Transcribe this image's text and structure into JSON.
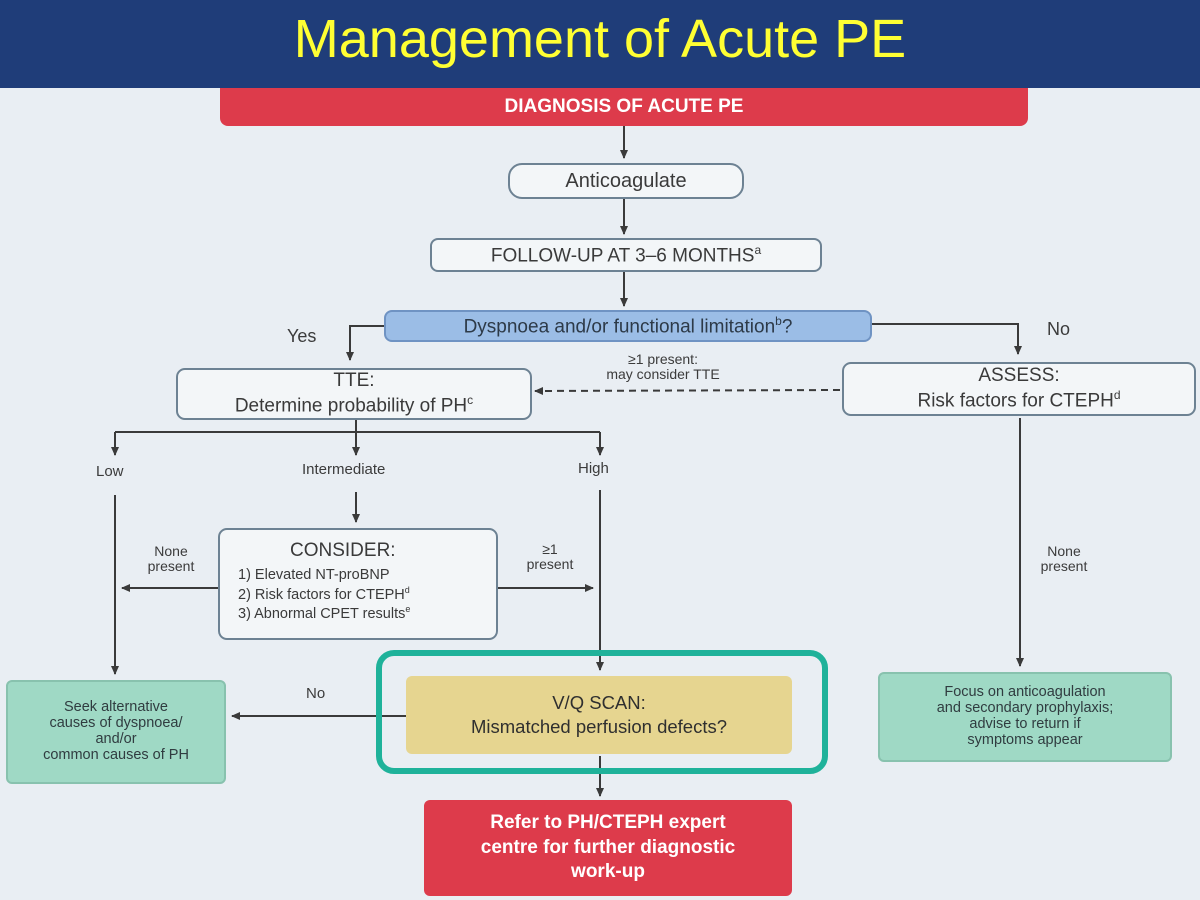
{
  "header": {
    "title": "Management of Acute PE"
  },
  "nodes": {
    "diagnosis": "DIAGNOSIS OF ACUTE PE",
    "anticoagulate": "Anticoagulate",
    "followup": "FOLLOW-UP AT 3–6 MONTHS",
    "followup_sup": "a",
    "dyspnoea": "Dyspnoea and/or functional limitation",
    "dyspnoea_sup": "b",
    "dyspnoea_q": "?",
    "tte_line1": "TTE:",
    "tte_line2": "Determine probability of PH",
    "tte_sup": "c",
    "assess_line1": "ASSESS:",
    "assess_line2": "Risk factors for CTEPH",
    "assess_sup": "d",
    "consider_title": "CONSIDER:",
    "consider_items": [
      "1) Elevated NT-proBNP",
      "2) Risk factors for CTEPH",
      "3) Abnormal CPET results"
    ],
    "consider_item2_sup": "d",
    "consider_item3_sup": "e",
    "vq_line1": "V/Q SCAN:",
    "vq_line2": "Mismatched perfusion defects?",
    "refer_line1": "Refer to PH/CTEPH expert",
    "refer_line2": "centre for further diagnostic",
    "refer_line3": "work-up",
    "seek_line1": "Seek alternative",
    "seek_line2": "causes of dyspnoea/",
    "seek_line3": "and/or",
    "seek_line4": "common causes of PH",
    "focus_line1": "Focus on anticoagulation",
    "focus_line2": "and secondary prophylaxis;",
    "focus_line3": "advise to return if",
    "focus_line4": "symptoms appear"
  },
  "labels": {
    "yes": "Yes",
    "no_top": "No",
    "gt1_line1": "≥1 present:",
    "gt1_line2": "may consider TTE",
    "low": "Low",
    "intermediate": "Intermediate",
    "high": "High",
    "none_present_left_1": "None",
    "none_present_left_2": "present",
    "gt1_present_1": "≥1",
    "gt1_present_2": "present",
    "none_present_right_1": "None",
    "none_present_right_2": "present",
    "no_vq": "No"
  },
  "colors": {
    "title_bg": "#1f3d79",
    "title_text": "#ffff33",
    "red_box": "#dd3b4b",
    "blue_box": "#9bbde6",
    "yellow_box": "#e6d590",
    "teal_box": "#9fd9c5",
    "highlight_border": "#1fb29a"
  }
}
